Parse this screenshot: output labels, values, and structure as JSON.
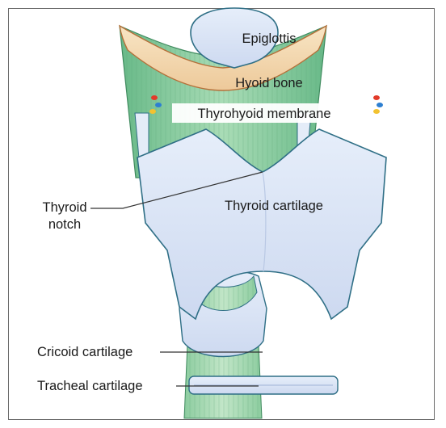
{
  "figure": {
    "labels": {
      "epiglottis": "Epiglottis",
      "hyoid_bone": "Hyoid bone",
      "thyrohyoid_membrane": "Thyrohyoid membrane",
      "thyroid_cartilage": "Thyroid cartilage",
      "thyroid_notch_line1": "Thyroid",
      "thyroid_notch_line2": "notch",
      "cricoid_cartilage": "Cricoid cartilage",
      "tracheal_cartilage": "Tracheal cartilage"
    },
    "colors": {
      "cartilage": "#d9e4f5",
      "cartilage_edge": "#2f6f86",
      "membrane_green": "#7fc59a",
      "hyoid": "#f4dcb4",
      "hyoid_edge": "#b5703a",
      "vessel_red": "#e23b2a",
      "vessel_blue": "#2d7fd1",
      "vessel_yellow": "#f2c230"
    }
  }
}
